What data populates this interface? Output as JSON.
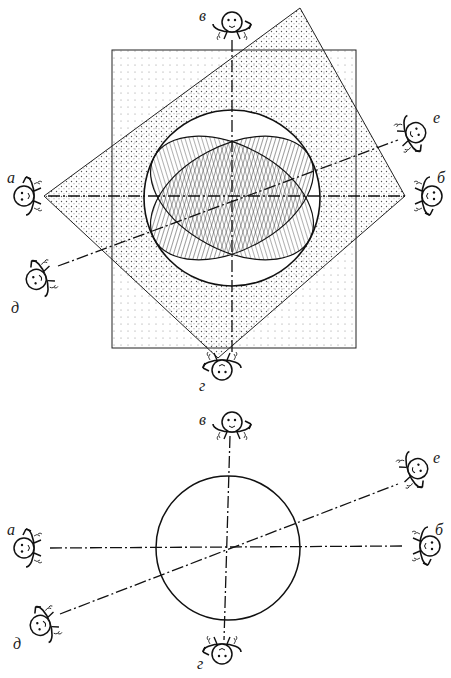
{
  "diagram": {
    "labels": [
      "в",
      "е",
      "а",
      "б",
      "д",
      "г",
      "в",
      "е",
      "а",
      "б",
      "д",
      "г"
    ]
  }
}
